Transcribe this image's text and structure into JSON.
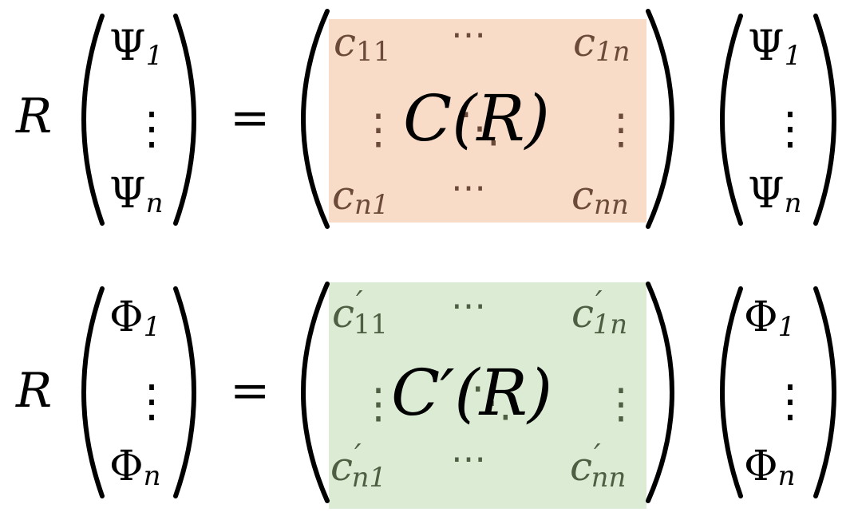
{
  "colors": {
    "top_highlight": "#f8dcc8",
    "bottom_highlight": "#dcebd4",
    "top_entry_text": "#6b4a3a",
    "bottom_entry_text": "#4d5e43",
    "ink": "#000000"
  },
  "top_equation": {
    "operator": "R",
    "equals": "=",
    "left_vector": {
      "first_base": "Ψ",
      "first_sub": "1",
      "dots": "⋮",
      "last_base": "Ψ",
      "last_sub": "n"
    },
    "matrix": {
      "name": "C(R)",
      "entry_tl_base": "c",
      "entry_tl_sub": "11",
      "entry_tr_base": "c",
      "entry_tr_sub": "1n",
      "entry_bl_base": "c",
      "entry_bl_sub": "n1",
      "entry_br_base": "c",
      "entry_br_sub": "nn",
      "hdots": "⋯",
      "vdots": "⋮",
      "ddots": "⋱"
    },
    "right_vector": {
      "first_base": "Ψ",
      "first_sub": "1",
      "dots": "⋮",
      "last_base": "Ψ",
      "last_sub": "n"
    }
  },
  "bottom_equation": {
    "operator": "R",
    "equals": "=",
    "left_vector": {
      "first_base": "Φ",
      "first_sub": "1",
      "dots": "⋮",
      "last_base": "Φ",
      "last_sub": "n"
    },
    "matrix": {
      "name": "C′(R)",
      "entry_tl_base": "c",
      "entry_tl_sub": "11",
      "entry_tr_base": "c",
      "entry_tr_sub": "1n",
      "entry_bl_base": "c",
      "entry_bl_sub": "n1",
      "entry_br_base": "c",
      "entry_br_sub": "nn",
      "prime": "′",
      "hdots": "⋯",
      "vdots": "⋮",
      "ddots": "⋱"
    },
    "right_vector": {
      "first_base": "Φ",
      "first_sub": "1",
      "dots": "⋮",
      "last_base": "Φ",
      "last_sub": "n"
    }
  }
}
